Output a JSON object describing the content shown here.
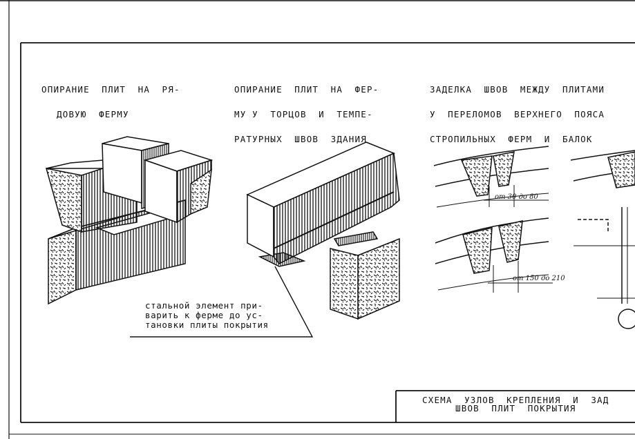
{
  "captions": {
    "left_line1": "ОПИРАНИЕ  ПЛИТ  НА  РЯ-",
    "left_line2": "ДОВУЮ  ФЕРМУ",
    "middle_line1": "ОПИРАНИЕ  ПЛИТ  НА  ФЕР-",
    "middle_line2": "МУ У  ТОРЦОВ  И  ТЕМПЕ-",
    "middle_line3": "РАТУРНЫХ  ШВОВ  ЗДАНИЯ",
    "right_line1": "ЗАДЕЛКА  ШВОВ  МЕЖДУ  ПЛИТАМИ",
    "right_line2": "У  ПЕРЕЛОМОВ  ВЕРХНЕГО  ПОЯСА",
    "right_line3": "СТРОПИЛЬНЫХ  ФЕРМ  И  БАЛОК"
  },
  "callout": {
    "line1": "стальной элемент при-",
    "line2": "варить к ферме до ус-",
    "line3": "тановки плиты покрытия"
  },
  "dimensions": {
    "upper": "от 30 до 80",
    "lower": "от 150 до 210"
  },
  "title_block": {
    "line1": "СХЕМА  УЗЛОВ  КРЕПЛЕНИЯ  И  ЗАД",
    "line2": "ШВОВ  ПЛИТ  ПОКРЫТИЯ"
  }
}
